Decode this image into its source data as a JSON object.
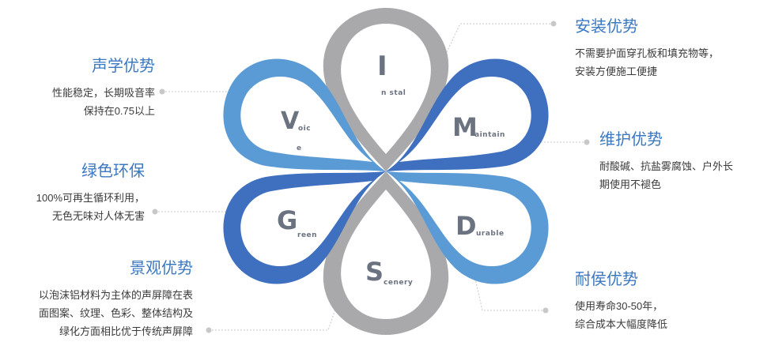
{
  "features": {
    "voice": {
      "title": "声学优势",
      "lines": [
        "性能稳定，长期吸音率",
        "保持在0.75以上"
      ]
    },
    "green": {
      "title": "绿色环保",
      "lines": [
        "100%可再生循环利用，",
        "无色无味对人体无害"
      ]
    },
    "scenery": {
      "title": "景观优势",
      "lines": [
        "以泡沫铝材料为主体的声屏障在表",
        "面图案、纹理、色彩、整体结构及",
        "绿化方面相比优于传统声屏障"
      ]
    },
    "install": {
      "title": "安装优势",
      "lines": [
        "不需要护面穿孔板和填充物等，",
        "安装方便施工便捷"
      ]
    },
    "maintain": {
      "title": "维护优势",
      "lines": [
        "耐酸碱、抗盐雾腐蚀、户外长",
        "期使用不褪色"
      ]
    },
    "durable": {
      "title": "耐侯优势",
      "lines": [
        "使用寿命30-50年，",
        "综合成本大幅度降低"
      ]
    }
  },
  "petals": {
    "install": {
      "letter": "I",
      "text": "n stal"
    },
    "maintain": {
      "letter": "M",
      "text": "aintain"
    },
    "durable": {
      "letter": "D",
      "text": "urable"
    },
    "scenery": {
      "letter": "S",
      "text": "cenery"
    },
    "green": {
      "letter": "G",
      "text": "reen"
    },
    "voice": {
      "letter": "V",
      "text_top": "oic",
      "text_bottom": "e"
    }
  },
  "colors": {
    "title_blue": "#3b78c2",
    "petal_gray": "#a9a9ab",
    "petal_blue_light": "#5b9bd5",
    "petal_blue_dark": "#3f6fbf",
    "leader": "#c8c8c8"
  }
}
